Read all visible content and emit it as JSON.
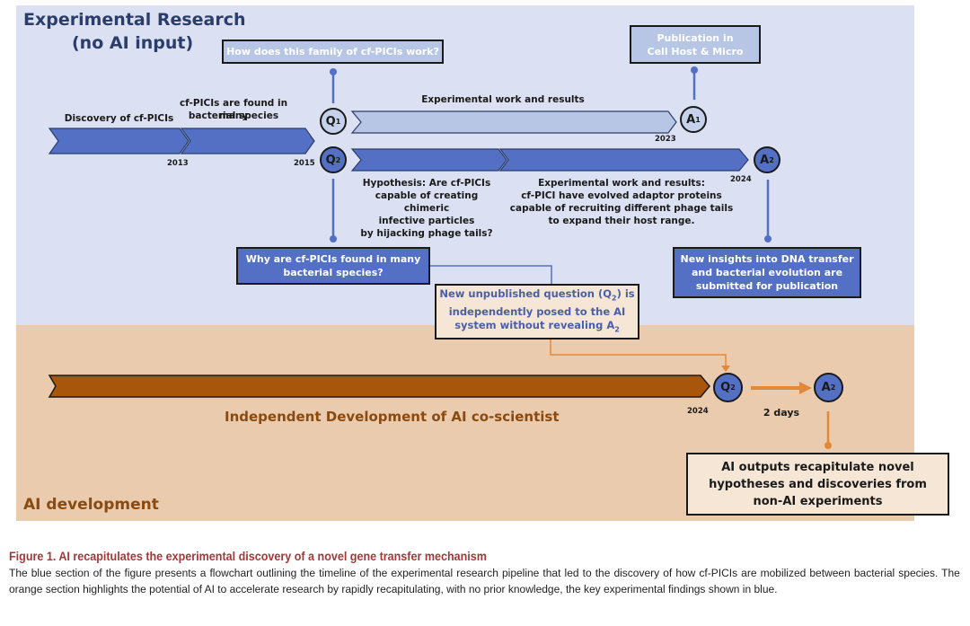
{
  "blue_section": {
    "title_line1": "Experimental Research",
    "title_line2": "(no AI input)",
    "timeline_top": {
      "segment_label": "Experimental work and results",
      "end_year": "2023"
    },
    "timeline_main": {
      "segments": [
        {
          "label_line1": "Discovery of cf-PICIs",
          "year": "2013"
        },
        {
          "label_line1": "cf-PICIs are found in many",
          "label_line2": "bacterial species",
          "year": "2015"
        }
      ]
    },
    "timeline_bottom": {
      "hypothesis": [
        "Hypothesis: Are cf-PICIs",
        "capable of creating chimeric",
        "infective particles",
        "by hijacking phage tails?"
      ],
      "results": [
        "Experimental work and results:",
        "cf-PICI have evolved adaptor proteins",
        "capable of recruiting different phage tails",
        "to expand their host range."
      ],
      "end_year": "2024"
    },
    "nodes": {
      "q1": {
        "letter": "Q",
        "sub": "1"
      },
      "q2": {
        "letter": "Q",
        "sub": "2"
      },
      "a1": {
        "letter": "A",
        "sub": "1"
      },
      "a2": {
        "letter": "A",
        "sub": "2"
      }
    },
    "boxes": {
      "q1_question": "How does this family of cf-PICIs work?",
      "a1_publication_line1": "Publication in",
      "a1_publication_line2": "Cell Host & Micro",
      "q2_question_line1": "Why are cf-PICIs found in many",
      "q2_question_line2": "bacterial species?",
      "a2_insights_line1": "New insights into DNA transfer",
      "a2_insights_line2": "and bacterial evolution are",
      "a2_insights_line3": "submitted for publication",
      "posed_line1_pre": "New unpublished question (Q",
      "posed_line1_sub": "2",
      "posed_line1_post": ") is",
      "posed_line2": "independently posed to the AI",
      "posed_line3_pre": "system without revealing A",
      "posed_line3_sub": "2"
    }
  },
  "orange_section": {
    "title": "AI development",
    "bar_label": "Independent Development of AI co-scientist",
    "year": "2024",
    "duration": "2 days",
    "nodes": {
      "q2": {
        "letter": "Q",
        "sub": "2"
      },
      "a2": {
        "letter": "A",
        "sub": "2"
      }
    },
    "result_box": [
      "AI outputs recapitulate novel",
      "hypotheses and discoveries from",
      "non-AI experiments"
    ]
  },
  "caption": {
    "title": "Figure 1.  AI recapitulates the experimental discovery of a novel gene transfer mechanism",
    "body": "The blue section of the figure presents a flowchart outlining the timeline of the experimental research pipeline that led to the discovery of how cf-PICIs are mobilized between bacterial species. The orange section highlights the potential of AI to accelerate research by rapidly recapitulating, with no prior knowledge, the key experimental findings shown in blue."
  },
  "colors": {
    "blue_panel": "#dbe1f2",
    "orange_panel": "#eacbae",
    "dark_blue": "#5470c4",
    "light_blue": "#b8c6e6",
    "brown_bar": "#a8560b",
    "orange_connector": "#e0893a",
    "caption_title": "#a03a3a"
  }
}
